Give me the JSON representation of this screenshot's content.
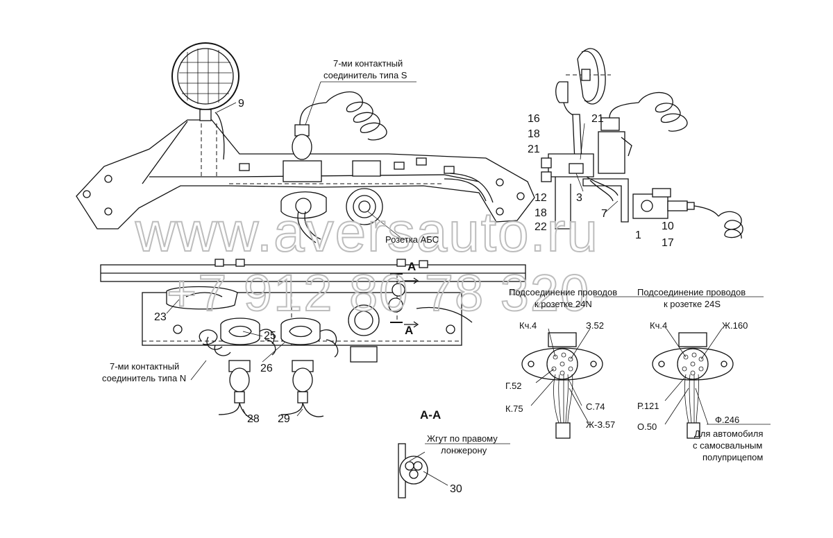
{
  "labels": {
    "connector_s": [
      "7-ми контактный",
      "соединитель типа S"
    ],
    "connector_n": [
      "7-ми контактный",
      "соединитель типа N"
    ],
    "socket_abs": "Розетка АБС",
    "conn_24n": [
      "Подсоединение проводов",
      "к розетке 24N"
    ],
    "conn_24s": [
      "Подсоединение проводов",
      "к розетке 24S"
    ],
    "section": "А-А",
    "section_mark": "А",
    "harness": [
      "Жгут по правому",
      "лонжерону"
    ],
    "dump_trailer": [
      "Для автомобиля",
      "с самосвальным",
      "полуприцепом"
    ]
  },
  "wires_24n": {
    "top_left": "Кч.4",
    "top_right": "З.52",
    "left_1": "Г.52",
    "left_2": "К.75",
    "right_1": "С.74",
    "right_2": "Ж-З.57"
  },
  "wires_24s": {
    "top_left": "Кч.4",
    "top_right": "Ж.160",
    "left_1": "Р.121",
    "left_2": "О.50",
    "right_1": "Ф.246"
  },
  "callouts": {
    "p9": "9",
    "p16": "16",
    "p18a": "18",
    "p21a": "21",
    "p21b": "21",
    "p12": "12",
    "p3": "3",
    "p18b": "18",
    "p22": "22",
    "p7": "7",
    "p1": "1",
    "p10": "10",
    "p17": "17",
    "p23": "23",
    "p25": "25",
    "p26": "26",
    "p28": "28",
    "p29": "29",
    "p30": "30"
  },
  "watermark": {
    "site": "www.aversauto.ru",
    "phone": "+7 912 80 78 320"
  }
}
